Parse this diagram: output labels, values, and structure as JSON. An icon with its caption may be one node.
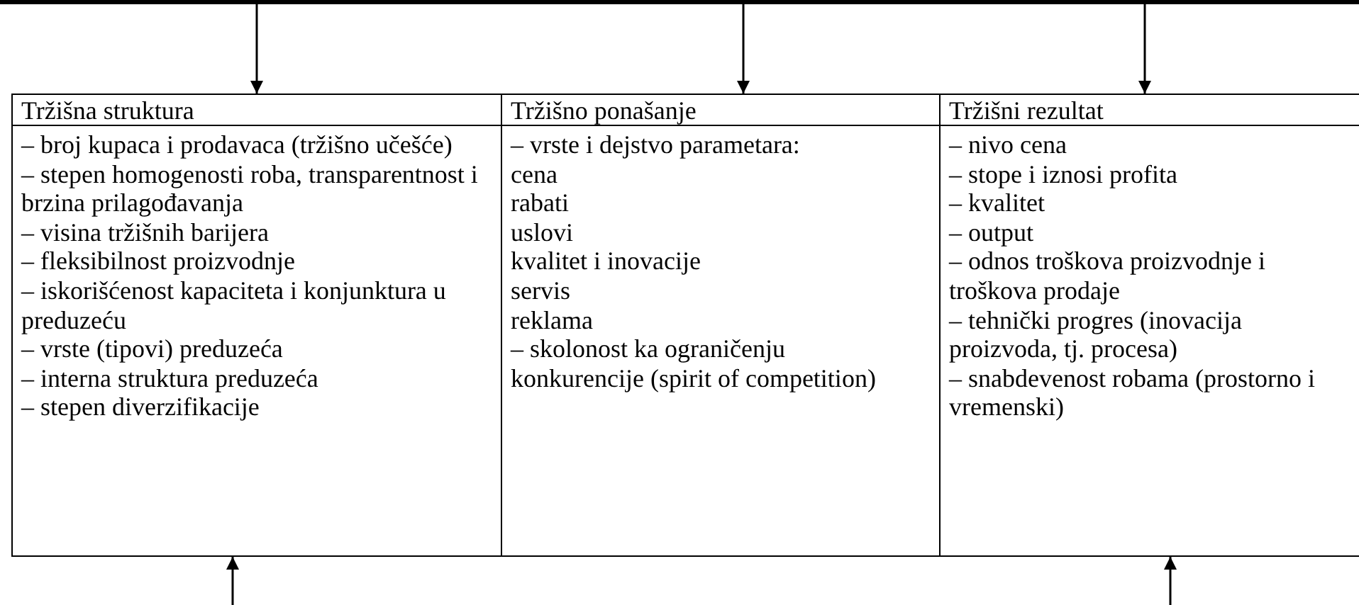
{
  "diagram": {
    "nodes": [
      {
        "text": [],
        "shape": "bar"
      },
      {
        "text": [
          "Tržišna struktura"
        ]
      },
      {
        "text": [
          "Tržišno ponašanje"
        ]
      },
      {
        "text": [
          "Tržišni rezultat"
        ]
      },
      {
        "text": [
          "– broj kupaca i prodavaca (tržišno učešće)",
          "– stepen homogenosti roba, transparentnost i brzina prilagođavanja",
          "– visina tržišnih barijera",
          "– fleksibilnost proizvodnje",
          "– iskorišćenost kapaciteta i konjunktura u preduzeću",
          "– vrste (tipovi) preduzeća",
          "– interna struktura preduzeća",
          "– stepen diverzifikacije"
        ]
      },
      {
        "text": [
          "– vrste i dejstvo parametara:",
          "cena",
          "rabati",
          "uslovi",
          "kvalitet i inovacije",
          "servis",
          "reklama",
          "– skolonost ka ograničenju konkurencije (spirit of competition)"
        ]
      },
      {
        "text": [
          "– nivo cena",
          "– stope i iznosi profita",
          "– kvalitet",
          "– output",
          "– odnos troškova proizvodnje i troškova prodaje",
          "– tehnički progres (inovacija proizvoda, tj. procesa)",
          "– snabdevenost robama (prostorno i vremenski)"
        ]
      }
    ],
    "edges": [
      {
        "from": 0,
        "to": 1,
        "arrow": "to"
      },
      {
        "from": 0,
        "to": 2,
        "arrow": "to"
      },
      {
        "from": 0,
        "to": 3,
        "arrow": "to"
      },
      {
        "from": null,
        "to": 4,
        "arrow": "to"
      },
      {
        "from": null,
        "to": 6,
        "arrow": "to"
      }
    ]
  }
}
